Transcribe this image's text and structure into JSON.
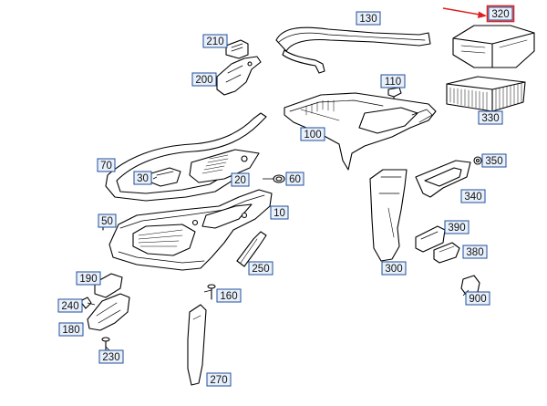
{
  "colors": {
    "label_fill": "#e8f0fb",
    "label_border": "#1f4e9a",
    "highlight_border": "#e02020",
    "highlight_arrow": "#e02020",
    "line": "#000000"
  },
  "highlighted_part": "320",
  "part_labels": [
    {
      "id": "130",
      "text": "130"
    },
    {
      "id": "320",
      "text": "320"
    },
    {
      "id": "210",
      "text": "210"
    },
    {
      "id": "200",
      "text": "200"
    },
    {
      "id": "110",
      "text": "110"
    },
    {
      "id": "330",
      "text": "330"
    },
    {
      "id": "100",
      "text": "100"
    },
    {
      "id": "70",
      "text": "70"
    },
    {
      "id": "30",
      "text": "30"
    },
    {
      "id": "20",
      "text": "20"
    },
    {
      "id": "60",
      "text": "60"
    },
    {
      "id": "350",
      "text": "350"
    },
    {
      "id": "340",
      "text": "340"
    },
    {
      "id": "10",
      "text": "10"
    },
    {
      "id": "50",
      "text": "50"
    },
    {
      "id": "390",
      "text": "390"
    },
    {
      "id": "380",
      "text": "380"
    },
    {
      "id": "250",
      "text": "250"
    },
    {
      "id": "300",
      "text": "300"
    },
    {
      "id": "190",
      "text": "190"
    },
    {
      "id": "160",
      "text": "160"
    },
    {
      "id": "900",
      "text": "900"
    },
    {
      "id": "240",
      "text": "240"
    },
    {
      "id": "180",
      "text": "180"
    },
    {
      "id": "230",
      "text": "230"
    },
    {
      "id": "270",
      "text": "270"
    }
  ]
}
